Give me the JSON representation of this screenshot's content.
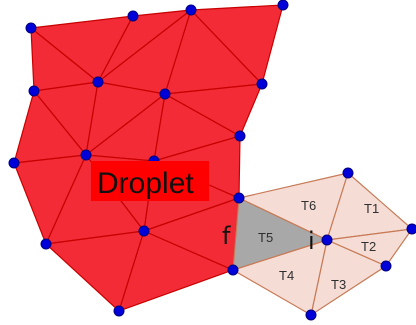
{
  "labels": {
    "droplet": "Droplet",
    "f": "f",
    "i": "i",
    "triangles": [
      "T1",
      "T2",
      "T3",
      "T4",
      "T5",
      "T6"
    ]
  },
  "colors": {
    "droplet_fill": "#f22b37",
    "droplet_stroke": "#c80000",
    "droplet_label_bg": "#ff0000",
    "outer_fill": "#f5ddd6",
    "outer_stroke": "#c77a56",
    "t5_fill": "#a8a8a8",
    "vertex": "#0000d8",
    "vertex_stroke": "#00007f"
  }
}
